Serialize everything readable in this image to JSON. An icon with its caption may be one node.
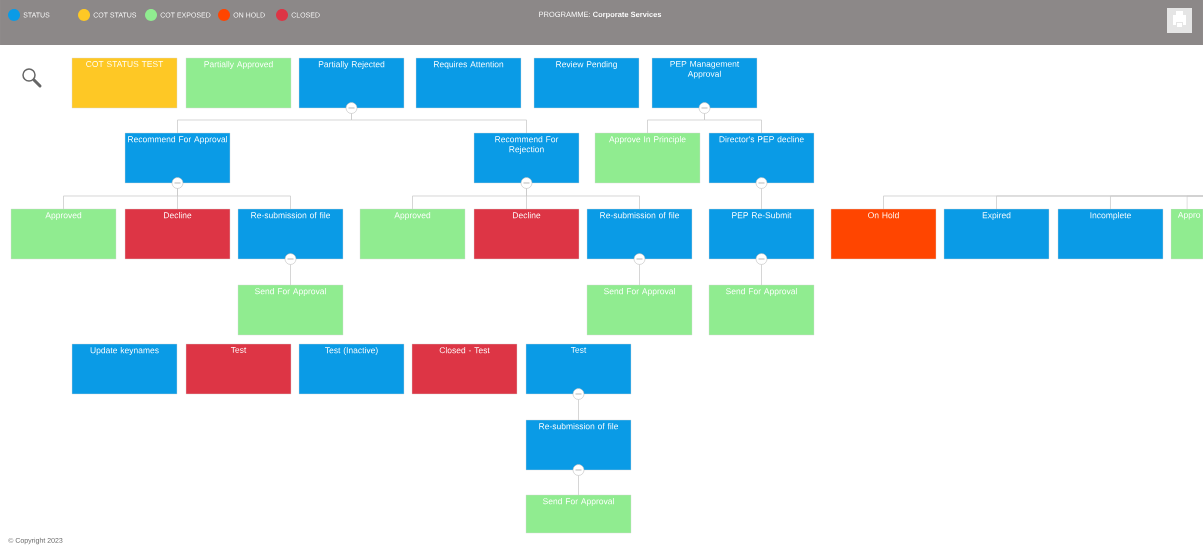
{
  "diagram": {
    "title": "PROGRAMME: **Corporate Services**",
    "nodes": [
      {
        "text": [
          "COT STATUS TEST"
        ]
      },
      {
        "text": [
          "Partially Approved"
        ]
      },
      {
        "text": [
          "Partially Rejected"
        ]
      },
      {
        "text": [
          "Requires Attention"
        ]
      },
      {
        "text": [
          "Review Pending"
        ]
      },
      {
        "text": [
          "PEP Management Approval"
        ]
      },
      {
        "text": [
          "Recommend For Approval"
        ]
      },
      {
        "text": [
          "Recommend For Rejection"
        ]
      },
      {
        "text": [
          "Approve In Principle"
        ]
      },
      {
        "text": [
          "Director's PEP decline"
        ]
      },
      {
        "text": [
          "Approved"
        ]
      },
      {
        "text": [
          "Decline"
        ]
      },
      {
        "text": [
          "Re-submission of file"
        ]
      },
      {
        "text": [
          "Approved"
        ]
      },
      {
        "text": [
          "Decline"
        ]
      },
      {
        "text": [
          "Re-submission of file"
        ]
      },
      {
        "text": [
          "PEP Re-Submit"
        ]
      },
      {
        "text": [
          "On Hold"
        ]
      },
      {
        "text": [
          "Expired"
        ]
      },
      {
        "text": [
          "Incomplete"
        ]
      },
      {
        "text": [
          "Appro"
        ]
      },
      {
        "text": [
          "Send For Approval"
        ]
      },
      {
        "text": [
          "Send For Approval"
        ]
      },
      {
        "text": [
          "Send For Approval"
        ]
      },
      {
        "text": [
          "Update keynames"
        ]
      },
      {
        "text": [
          "Test"
        ]
      },
      {
        "text": [
          "Test (Inactive)"
        ]
      },
      {
        "text": [
          "Closed - Test"
        ]
      },
      {
        "text": [
          "Test"
        ]
      },
      {
        "text": [
          "Re-submission of file"
        ]
      },
      {
        "text": [
          "Send For Approval"
        ]
      }
    ],
    "edges": [
      {
        "from": 2,
        "to": 6,
        "arrow": "none"
      },
      {
        "from": 2,
        "to": 7,
        "arrow": "none"
      },
      {
        "from": 5,
        "to": 8,
        "arrow": "none"
      },
      {
        "from": 5,
        "to": 9,
        "arrow": "none"
      },
      {
        "from": 6,
        "to": 10,
        "arrow": "none"
      },
      {
        "from": 6,
        "to": 11,
        "arrow": "none"
      },
      {
        "from": 6,
        "to": 12,
        "arrow": "none"
      },
      {
        "from": 7,
        "to": 13,
        "arrow": "none"
      },
      {
        "from": 7,
        "to": 14,
        "arrow": "none"
      },
      {
        "from": 7,
        "to": 15,
        "arrow": "none"
      },
      {
        "from": 9,
        "to": 16,
        "arrow": "none"
      },
      {
        "from": null,
        "to": 17,
        "arrow": "none"
      },
      {
        "from": null,
        "to": 18,
        "arrow": "none"
      },
      {
        "from": null,
        "to": 19,
        "arrow": "none"
      },
      {
        "from": null,
        "to": 20,
        "arrow": "none"
      },
      {
        "from": 12,
        "to": 21,
        "arrow": "none"
      },
      {
        "from": 15,
        "to": 22,
        "arrow": "none"
      },
      {
        "from": 16,
        "to": 23,
        "arrow": "none"
      },
      {
        "from": 28,
        "to": 29,
        "arrow": "none"
      },
      {
        "from": 29,
        "to": 30,
        "arrow": "none"
      }
    ],
    "labels": [
      "© Copyright 2023"
    ],
    "legend": [
      {
        "text": "STATUS",
        "color": "#0a9be6"
      },
      {
        "text": "COT STATUS",
        "color": "#fec825"
      },
      {
        "text": "COT EXPOSED",
        "color": "#90ec90"
      },
      {
        "text": "ON HOLD",
        "color": "#ff4500"
      },
      {
        "text": "CLOSED",
        "color": "#dd3545"
      }
    ]
  }
}
